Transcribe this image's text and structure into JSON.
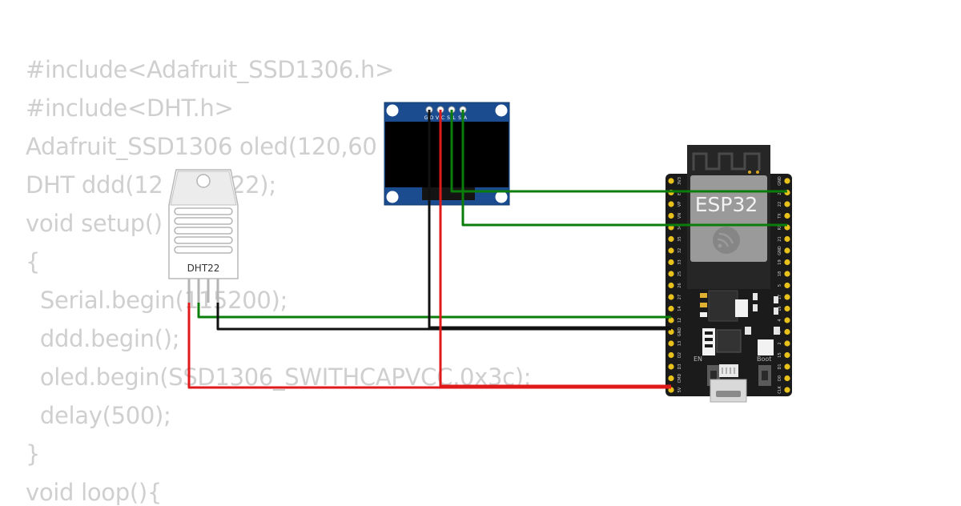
{
  "code_lines": [
    "#include<Adafruit_SSD1306.h>",
    "#include<DHT.h>",
    "Adafruit_SSD1306 oled(120,60",
    "DHT ddd(12",
    "void setup()",
    "{",
    "  Serial.begin(115200);",
    "  ddd.begin();",
    "  oled.begin(SSD1306_SWITHCAPVCC,0x3c);",
    "  delay(500);",
    "}",
    "void loop(){"
  ],
  "code_fragment_after_sensor": "22);",
  "dht": {
    "label": "DHT22"
  },
  "oled": {
    "pin_labels": [
      "G",
      "D",
      "V",
      "C",
      "S",
      "L",
      "S",
      "A"
    ]
  },
  "esp32": {
    "title": "ESP32",
    "en_label": "EN",
    "boot_label": "Boot",
    "left_pins": [
      "3V3",
      "EN",
      "VP",
      "VN",
      "34",
      "35",
      "32",
      "33",
      "25",
      "26",
      "27",
      "14",
      "12",
      "GND",
      "13",
      "D2",
      "D3",
      "CMD",
      "5V"
    ],
    "right_pins": [
      "GND",
      "23",
      "22",
      "TX",
      "RX",
      "21",
      "GND",
      "19",
      "18",
      "5",
      "17",
      "16",
      "4",
      "0",
      "2",
      "15",
      "D1",
      "D0",
      "CLK"
    ]
  },
  "wire_colors": {
    "red": "#e01a1a",
    "black": "#111111",
    "green": "#0a7d0a"
  }
}
